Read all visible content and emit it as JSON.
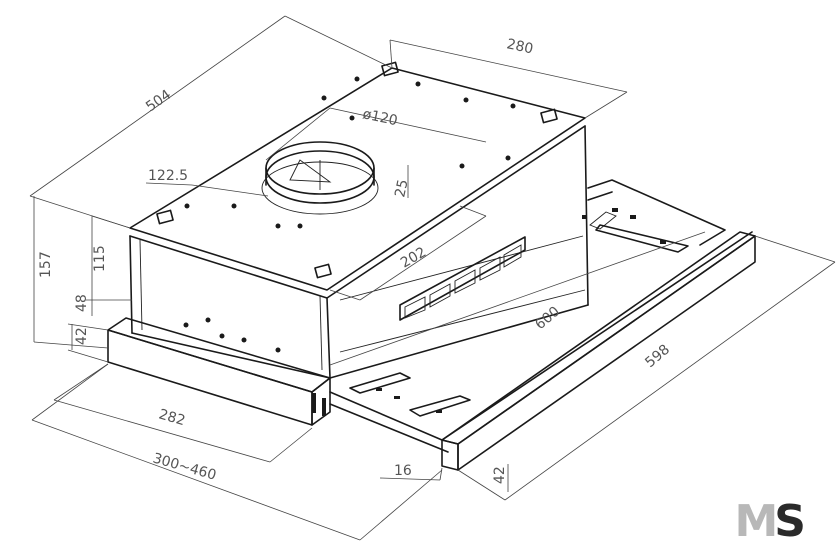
{
  "dimensions": {
    "d504": "504",
    "d280": "280",
    "d120": "ø120",
    "d122_5": "122.5",
    "d25": "25",
    "d157": "157",
    "d115": "115",
    "d48": "48",
    "d42a": "42",
    "d202": "202",
    "d600": "600",
    "d598": "598",
    "d282": "282",
    "d300_460": "300~460",
    "d16": "16",
    "d42b": "42"
  },
  "logo": {
    "part1": "M",
    "part2": "S"
  }
}
